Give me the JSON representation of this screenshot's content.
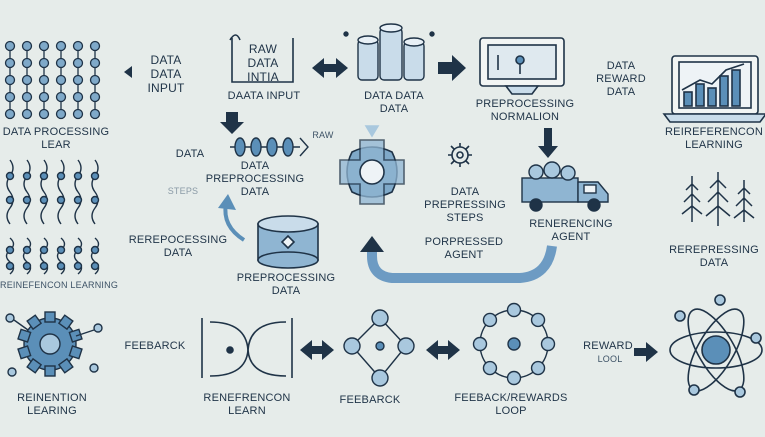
{
  "colors": {
    "background": "#e6ecea",
    "ink": "#1f3347",
    "accent_blue": "#5b8fb8",
    "light_blue": "#a9c8de",
    "pale_blue": "#c9dcea"
  },
  "icons": [
    "node-grid-icon",
    "raw-data-note-icon",
    "data-cylinders-icon",
    "monitor-icon",
    "rising-chart-icon",
    "gear-icon",
    "truck-icon",
    "cross-node-icon",
    "data-drum-icon",
    "tree-icon",
    "sigmoid-icon",
    "atom-icon",
    "node-ring-icon"
  ],
  "labels": {
    "data_data_input": "DATA\nDATA\nINPUT",
    "raw_data_intia": "RAW\nDATA\nINTIA",
    "daata_input": "DAATA INPUT",
    "data_data_center": "DATA DATA\nDATA",
    "preprocessing_normalion": "PREPROCESSING\nNORMALION",
    "data_reward_data": "DATA\nREWARD\nDATA",
    "data_processing_lear": "DATA PROCESSING\nLEAR",
    "reirefencon_learning": "REIREFERENCON\nLEARNING",
    "data_left": "DATA",
    "data_preprocessing_data": "DATA\nPREPROCESSING\nDATA",
    "raw_mid": "RAW",
    "steps_faint": "STEPS",
    "data_prepressing_steps": "DATA\nPREPRESSING\nSTEPS",
    "renerencing_agent": "RENERENCING\nAGENT",
    "rerepocessing_data_left": "REREPOCESSING\nDATA",
    "porpressed_agent": "PORPRESSED\nAGENT",
    "rerepressing_data_right": "REREPRESSING\nDATA",
    "preprocessing_data_center": "PREPROCESSING\nDATA",
    "reinefencon_learning_small": "REINEFENCON LEARNING",
    "feebarck_left": "FEEBARCK",
    "reward": "REWARD",
    "reward_lool": "LOOL",
    "reinention_learing": "REINENTION\nLEARING",
    "renefrencon_learn": "RENEFRENCON\nLEARN",
    "feebarck_bottom": "FEEBARCK",
    "feedback_rewards_loop": "FEEBACK/REWARDS\nLOOP"
  }
}
